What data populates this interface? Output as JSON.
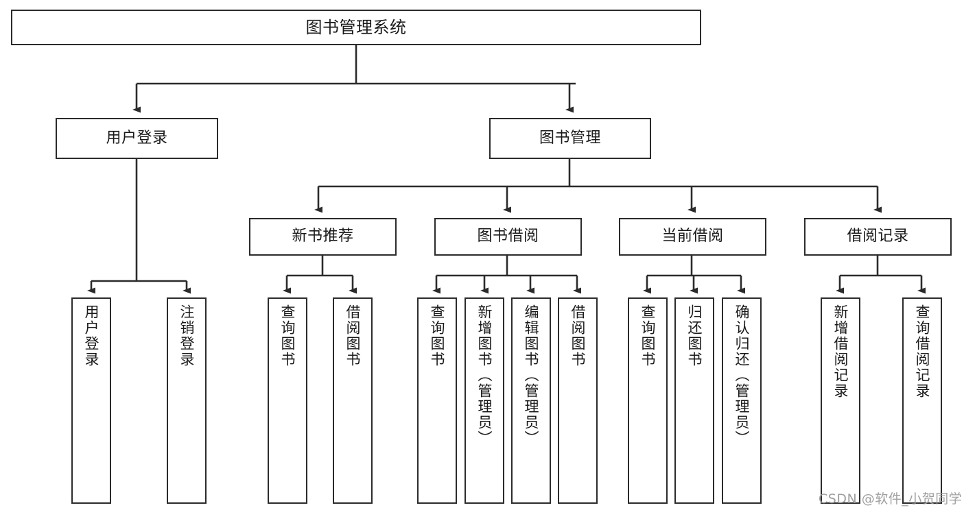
{
  "diagram": {
    "title": "图书管理系统",
    "type": "tree-hierarchy",
    "watermark": "CSDN @软件_小贺同学",
    "colors": {
      "stroke": "#2b2b2b",
      "fill": "#ffffff",
      "text": "#1a1a1a",
      "watermark": "#9a9a9a"
    },
    "levels": {
      "root": {
        "label": "图书管理系统"
      },
      "level2": [
        {
          "id": "login",
          "label": "用户登录"
        },
        {
          "id": "bookmgmt",
          "label": "图书管理"
        }
      ],
      "level3": [
        {
          "id": "newbook",
          "label": "新书推荐",
          "parent": "bookmgmt"
        },
        {
          "id": "borrow",
          "label": "图书借阅",
          "parent": "bookmgmt"
        },
        {
          "id": "current",
          "label": "当前借阅",
          "parent": "bookmgmt"
        },
        {
          "id": "records",
          "label": "借阅记录",
          "parent": "bookmgmt"
        }
      ],
      "leaves": [
        {
          "id": "leaf-user-login",
          "label": "用户登录",
          "parent": "login"
        },
        {
          "id": "leaf-logout",
          "label": "注销登录",
          "parent": "login"
        },
        {
          "id": "leaf-query-book-new",
          "label": "查询图书",
          "parent": "newbook"
        },
        {
          "id": "leaf-borrow-book-new",
          "label": "借阅图书",
          "parent": "newbook"
        },
        {
          "id": "leaf-query-book-borrow",
          "label": "查询图书",
          "parent": "borrow"
        },
        {
          "id": "leaf-add-book",
          "label": "新增图书（管理员）",
          "parent": "borrow"
        },
        {
          "id": "leaf-edit-book",
          "label": "编辑图书（管理员）",
          "parent": "borrow"
        },
        {
          "id": "leaf-borrow-book",
          "label": "借阅图书",
          "parent": "borrow"
        },
        {
          "id": "leaf-query-book-current",
          "label": "查询图书",
          "parent": "current"
        },
        {
          "id": "leaf-return-book",
          "label": "归还图书",
          "parent": "current"
        },
        {
          "id": "leaf-confirm-return",
          "label": "确认归还（管理员）",
          "parent": "current"
        },
        {
          "id": "leaf-add-record",
          "label": "新增借阅记录",
          "parent": "records"
        },
        {
          "id": "leaf-query-record",
          "label": "查询借阅记录",
          "parent": "records"
        }
      ]
    }
  }
}
